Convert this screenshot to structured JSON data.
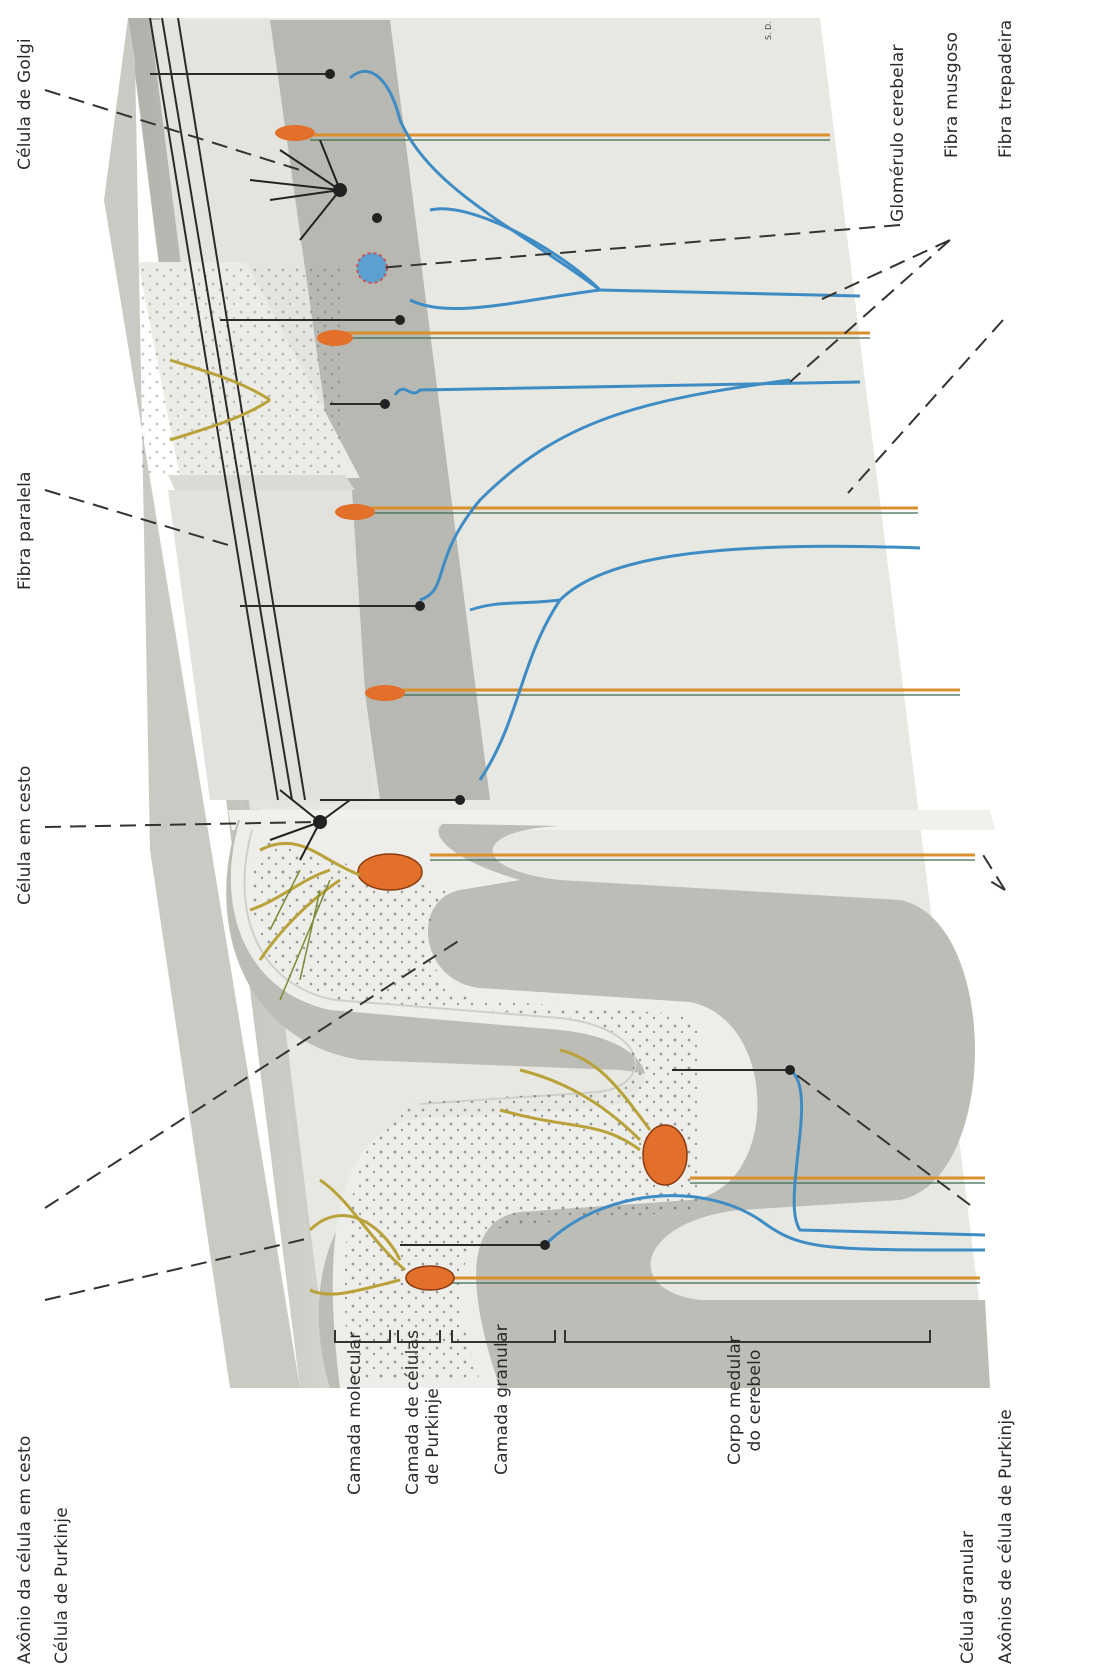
{
  "labels": {
    "golgi": "Célula de Golgi",
    "glomerulo": "Glomérulo cerebelar",
    "musgoso": "Fibra musgoso",
    "trepadeira": "Fibra trepadeira",
    "paralela": "Fibra paralela",
    "cesto": "Célula em cesto",
    "axonio_cesto": "Axônio da célula em cesto",
    "purkinje": "Célula de Purkinje",
    "molecular": "Camada molecular",
    "purkinje_layer_1": "Camada de células",
    "purkinje_layer_2": "de Purkinje",
    "granular_layer": "Camada granular",
    "medular_1": "Corpo medular",
    "medular_2": "do cerebelo",
    "granular_cell": "Célula granular",
    "axonios_purkinje": "Axônios de célula de Purkinje"
  },
  "colors": {
    "block": "#d6d7d2",
    "molecular": "#e4e5e0",
    "granular": "#bebfb8",
    "white_matter": "#e9e9e4",
    "purkinje": "#e2702a",
    "dendrite": "#b9a23a",
    "mossy": "#3f8cc4",
    "climbing": "#d9902c",
    "ink": "#222222"
  }
}
